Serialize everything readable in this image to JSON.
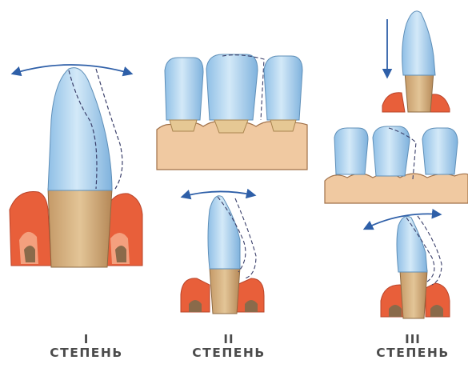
{
  "figure": {
    "colors": {
      "enamel": "#9cc8ea",
      "enamel_light": "#d7ebf8",
      "root": "#d6b487",
      "root_dark": "#b08657",
      "gum": "#f0c9a1",
      "gum_outline": "#a07048",
      "bone": "#e85f3a",
      "bone_light": "#f4a07e",
      "arrow": "#2e5fa8",
      "dashed": "#3a3f6a"
    },
    "icons": [
      "double-headed-arc-arrow",
      "down-arrow"
    ]
  },
  "degrees": [
    {
      "numeral": "I",
      "word": "СТЕПЕНЬ"
    },
    {
      "numeral": "II",
      "word": "СТЕПЕНЬ"
    },
    {
      "numeral": "III",
      "word": "СТЕПЕНЬ"
    }
  ]
}
